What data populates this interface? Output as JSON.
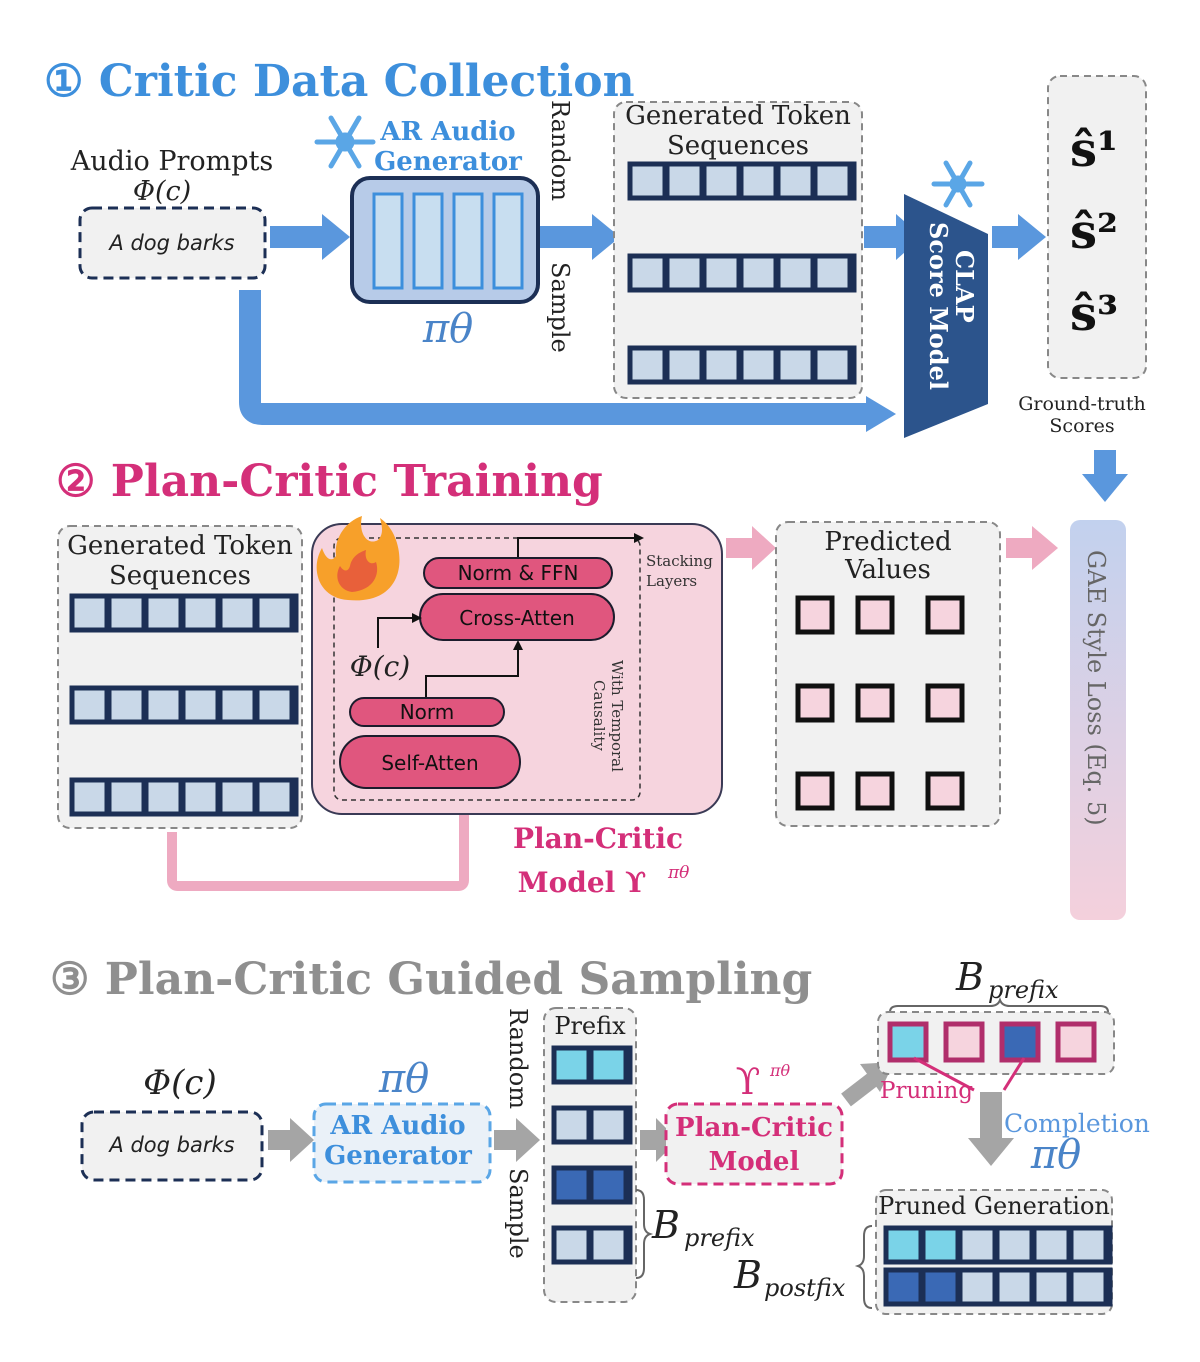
{
  "colors": {
    "blue": "#3d8fdc",
    "blue_arrow": "#5a97dd",
    "navy": "#1c2f55",
    "token_fill": "#c9d8e8",
    "pink": "#d42f79",
    "pink_light": "#f6d4de",
    "pink_arrow": "#eeaac1",
    "gray_text": "#8f8f8f",
    "gray_arrow": "#a5a5a5",
    "panel": "#f1f1f1",
    "clap": "#2c548c"
  },
  "section1": {
    "title": "① Critic Data Collection",
    "audio_prompts_label": "Audio Prompts",
    "phi_c": "Φ(c)",
    "prompt_text": "A dog barks",
    "generator_label_line1": "AR Audio",
    "generator_label_line2": "Generator",
    "pi_theta": "πθ",
    "random_label": "Random",
    "sample_label": "Sample",
    "generated_title_line1": "Generated Token",
    "generated_title_line2": "Sequences",
    "clap_line1": "CLAP",
    "clap_line2": "Score Model",
    "scores": [
      "ŝ¹",
      "ŝ²",
      "ŝ³"
    ],
    "ground_truth_line1": "Ground-truth",
    "ground_truth_line2": "Scores",
    "freeze_icon": "snowflake-icon"
  },
  "section2": {
    "title": "② Plan-Critic Training",
    "generated_title_line1": "Generated Token",
    "generated_title_line2": "Sequences",
    "blocks": [
      "Norm & FFN",
      "Cross-Atten",
      "Norm",
      "Self-Atten"
    ],
    "phi_c": "Φ(c)",
    "stacking_line1": "Stacking",
    "stacking_line2": "Layers",
    "causality_line1": "With Temporal",
    "causality_line2": "Causality",
    "model_line1": "Plan-Critic",
    "model_line2": "Model ϒ",
    "model_sup": "πθ",
    "predicted_line1": "Predicted",
    "predicted_line2": "Values",
    "loss_label": "GAE Style Loss (Eq. 5)",
    "train_icon": "flame-icon"
  },
  "section3": {
    "title": "③ Plan-Critic Guided Sampling",
    "phi_c": "Φ(c)",
    "prompt_text": "A dog barks",
    "pi_theta": "πθ",
    "generator_line1": "AR Audio",
    "generator_line2": "Generator",
    "random_label": "Random",
    "sample_label": "Sample",
    "prefix_title": "Prefix",
    "b_prefix_main": "B",
    "b_prefix_sub": "prefix",
    "upsilon": "ϒ",
    "upsilon_sup": "πθ",
    "critic_line1": "Plan-Critic",
    "critic_line2": "Model",
    "pruning_label": "Pruning",
    "completion_label": "Completion",
    "pruned_title": "Pruned Generation",
    "b_postfix_main": "B",
    "b_postfix_sub": "postfix"
  }
}
